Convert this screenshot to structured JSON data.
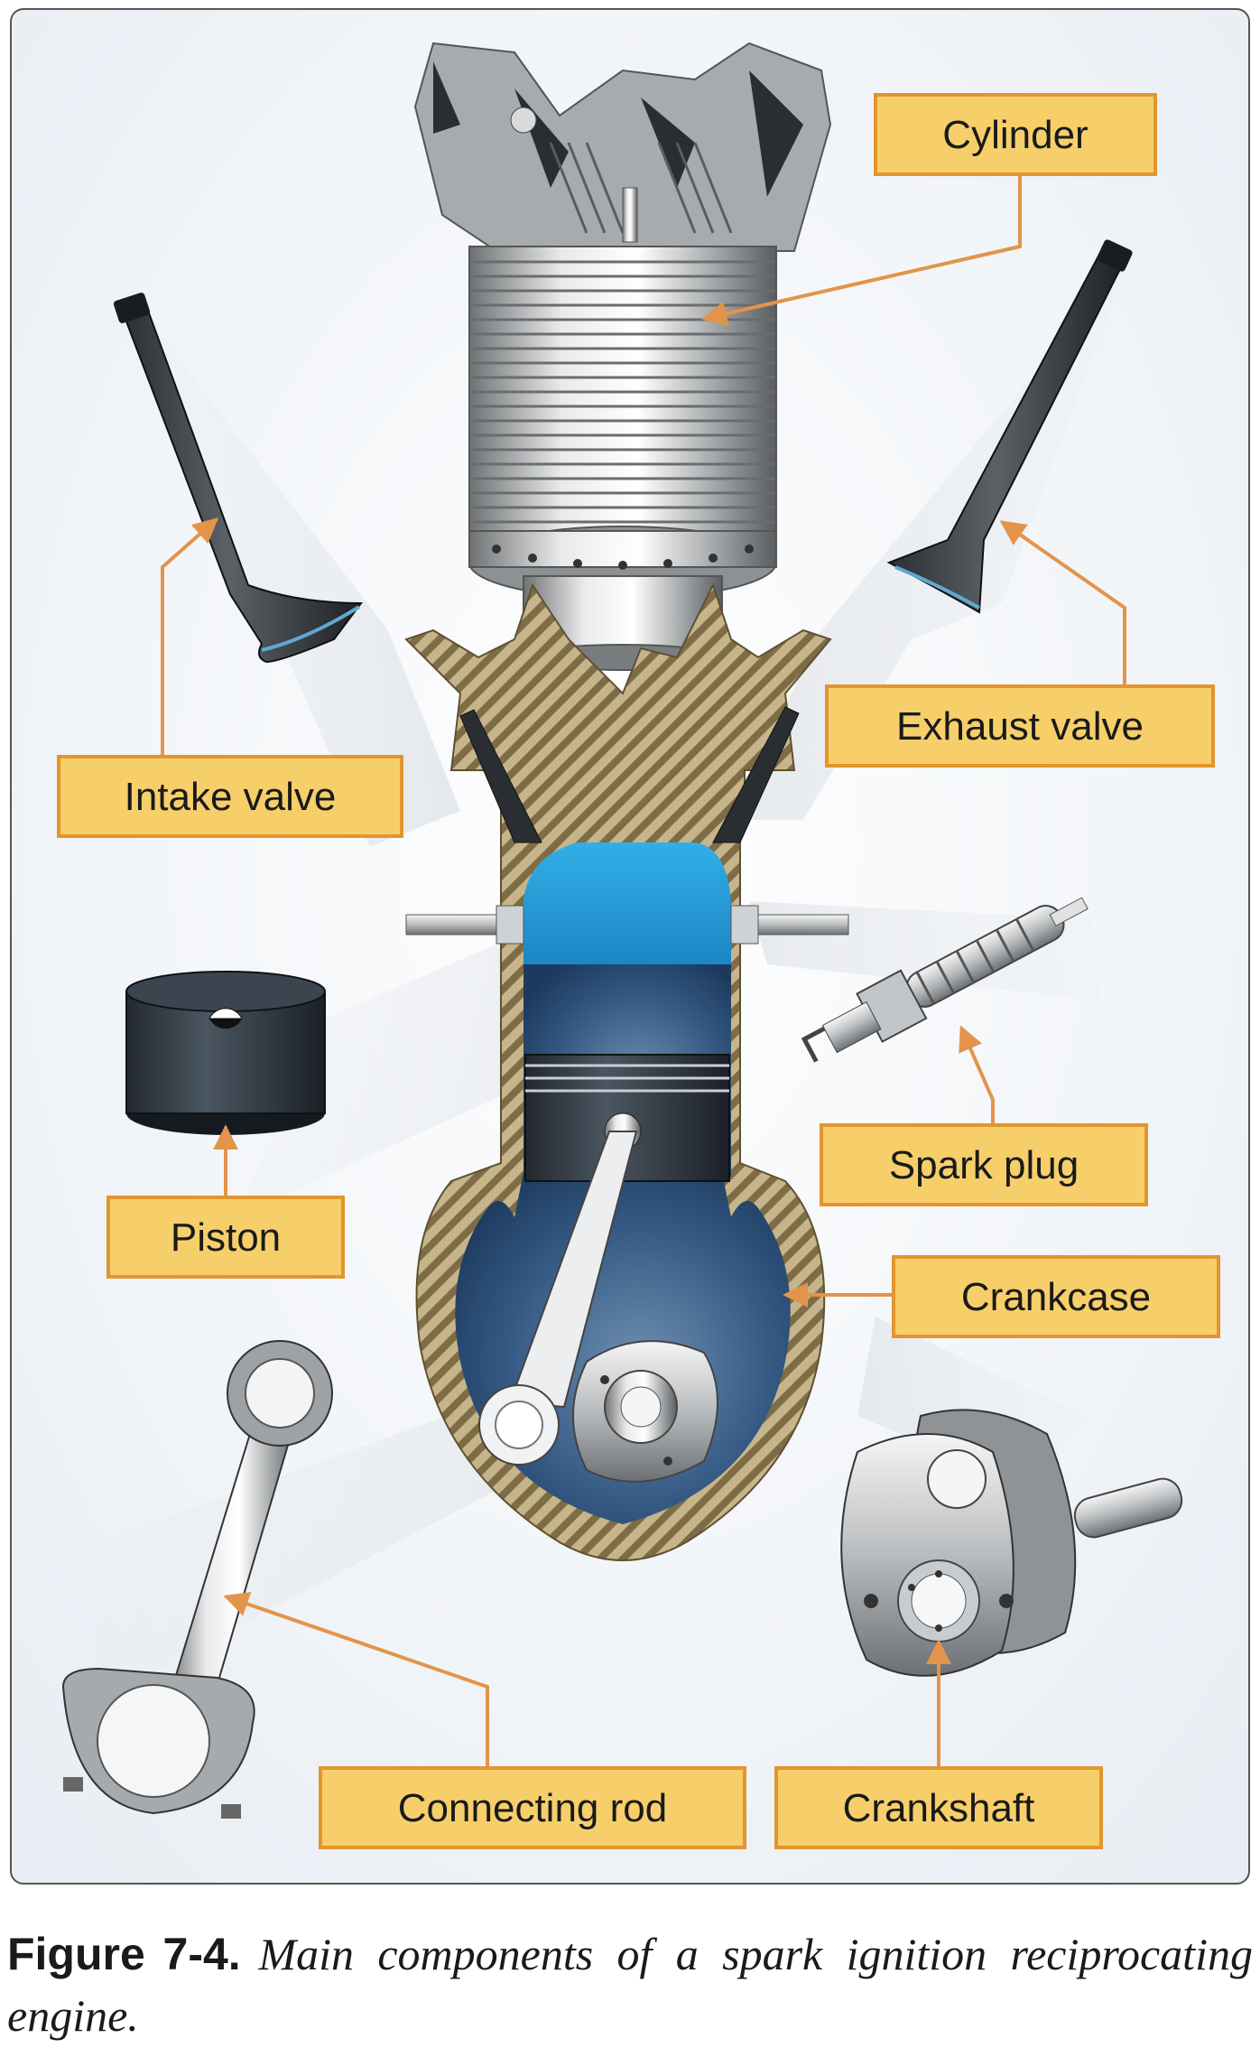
{
  "labels": {
    "cylinder": "Cylinder",
    "intake_valve": "Intake valve",
    "exhaust_valve": "Exhaust valve",
    "spark_plug": "Spark plug",
    "piston": "Piston",
    "crankcase": "Crankcase",
    "connecting_rod": "Connecting rod",
    "crankshaft": "Crankshaft"
  },
  "caption": {
    "figure_number": "Figure 7-4.",
    "text": "Main components of a spark ignition reciprocating engine."
  },
  "colors": {
    "label_fill": "#f7cf6a",
    "label_border": "#e2952e",
    "leader_line": "#e2944a",
    "panel_background": "#f1f4f8",
    "chamber_blue": "#2f9fd8",
    "crankcase_blue": "#2a4f78",
    "wall_hatch": "#8d7c52"
  }
}
